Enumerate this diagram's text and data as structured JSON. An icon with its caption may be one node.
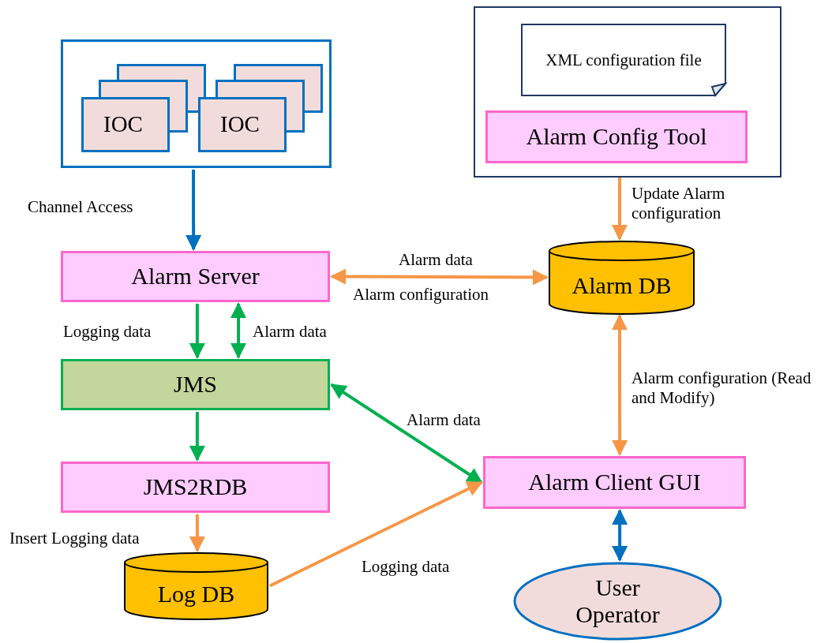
{
  "diagram": {
    "nodes": [
      {
        "text": [],
        "shape": "box"
      },
      {
        "text": [
          "IOC"
        ],
        "in": 0
      },
      {
        "text": [
          "IOC"
        ],
        "in": 0
      },
      {
        "text": [],
        "shape": "box"
      },
      {
        "text": [
          "XML configuration file"
        ],
        "in": 3
      },
      {
        "text": [
          "Alarm Config Tool"
        ],
        "in": 3
      },
      {
        "text": [
          "Alarm Server"
        ]
      },
      {
        "text": [
          "Alarm DB"
        ]
      },
      {
        "text": [
          "JMS"
        ]
      },
      {
        "text": [
          "JMS2RDB"
        ]
      },
      {
        "text": [
          "Alarm Client GUI"
        ]
      },
      {
        "text": [
          "Log DB"
        ]
      },
      {
        "text": [
          "User Operator"
        ]
      }
    ],
    "edges": [
      {
        "from": 0,
        "to": 6,
        "arrow": "to",
        "label": "Channel Access",
        "color": "#0070c0"
      },
      {
        "from": 5,
        "to": 7,
        "arrow": "to",
        "label": "Update Alarm configuration",
        "color": "#f79646"
      },
      {
        "from": 6,
        "to": 7,
        "arrow": "both",
        "label": "Alarm data",
        "color": "#f79646"
      },
      {
        "from": 6,
        "to": 8,
        "arrow": "to",
        "label": "Logging data",
        "color": "#00b050"
      },
      {
        "from": 8,
        "to": 6,
        "arrow": "both",
        "label": "Alarm data",
        "color": "#00b050"
      },
      {
        "from": 8,
        "to": 9,
        "arrow": "to",
        "color": "#00b050"
      },
      {
        "from": 8,
        "to": 10,
        "arrow": "both",
        "label": "Alarm data",
        "color": "#00b050"
      },
      {
        "from": 9,
        "to": 11,
        "arrow": "to",
        "label": "Insert Logging data",
        "color": "#f79646"
      },
      {
        "from": 11,
        "to": 10,
        "arrow": "to",
        "label": "Logging data",
        "color": "#f79646"
      },
      {
        "from": 7,
        "to": 10,
        "arrow": "both",
        "label": "Alarm configuration (Read and Modify)",
        "color": "#f79646"
      },
      {
        "from": 10,
        "to": 12,
        "arrow": "both",
        "color": "#0070c0"
      }
    ],
    "labels": [
      "Alarm configuration"
    ]
  }
}
